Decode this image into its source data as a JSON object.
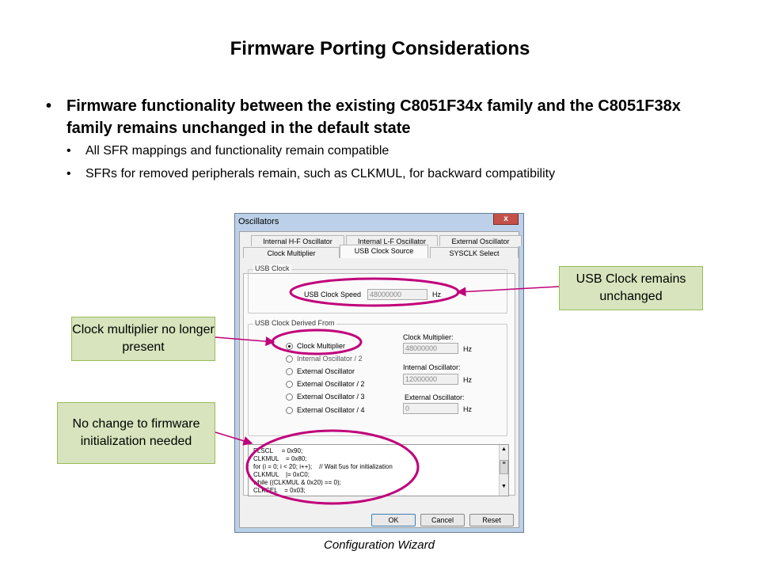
{
  "slide": {
    "title": "Firmware Porting Considerations",
    "bullet_main": "Firmware functionality between the existing C8051F34x family and the C8051F38x family remains unchanged in the default state",
    "sub_bullets": [
      "All SFR mappings and functionality remain compatible",
      "SFRs for removed peripherals remain, such as CLKMUL, for backward compatibility"
    ],
    "bullet_glyph": "•"
  },
  "dialog": {
    "title": "Oscillators",
    "close_glyph": "x",
    "tabs_row1": [
      "Internal H-F Oscillator",
      "Internal L-F Oscillator",
      "External Oscillator"
    ],
    "tabs_row2": [
      "Clock Multiplier",
      "USB Clock Source",
      "SYSCLK Select"
    ],
    "usb_clock": {
      "group_label": "USB Clock",
      "speed_label": "USB Clock Speed",
      "speed_value": "48000000",
      "unit": "Hz"
    },
    "derived": {
      "group_label": "USB Clock Derived From",
      "options": [
        "Clock Multiplier",
        "Internal Oscillator / 2",
        "External Oscillator",
        "External Oscillator / 2",
        "External Oscillator / 3",
        "External Oscillator / 4"
      ],
      "selected_index": 0,
      "clock_multiplier_label": "Clock Multiplier:",
      "clock_multiplier_value": "48000000",
      "internal_osc_label": "Internal Oscillator:",
      "internal_osc_value": "12000000",
      "external_osc_label": "External Oscillator:",
      "external_osc_value": "0",
      "unit": "Hz"
    },
    "code_lines": [
      "FLSCL     = 0x90;",
      "CLKMUL    = 0x80;",
      "for (i = 0; i < 20; i++);    // Wait 5us for initialization",
      "CLKMUL    |= 0xC0;",
      "while ((CLKMUL & 0x20) == 0);",
      "CLKSEL    = 0x03;"
    ],
    "buttons": {
      "ok": "OK",
      "cancel": "Cancel",
      "reset": "Reset"
    }
  },
  "callouts": {
    "usb_clock": "USB Clock remains unchanged",
    "clock_multiplier": "Clock multiplier no longer present",
    "firmware_init": "No change to firmware initialization needed"
  },
  "caption": "Configuration Wizard",
  "colors": {
    "callout_fill": "#d7e4bd",
    "callout_border": "#9bbb59",
    "highlight": "#c0007a",
    "dialog_frame": "#bcd1e9"
  }
}
